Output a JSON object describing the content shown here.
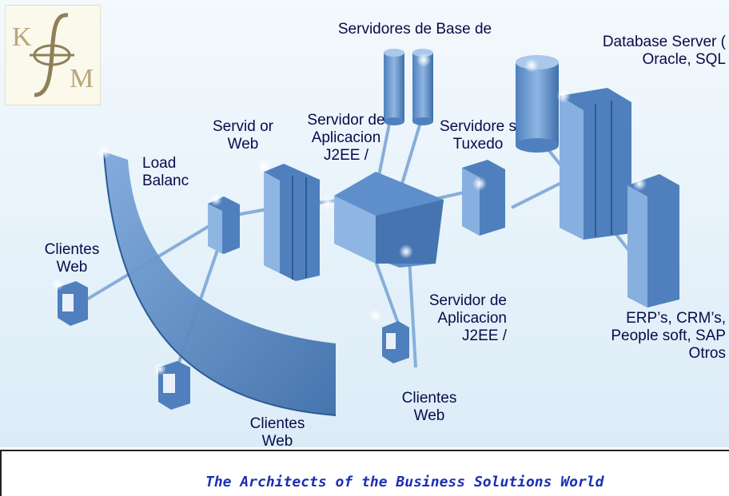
{
  "logo": {
    "letters": [
      "K",
      "M"
    ],
    "symbol": "integral-f-icon"
  },
  "labels": {
    "db_servers_es": "Servidores de Base de",
    "db_servers_en": "Database Server ( Oracle, SQL",
    "web_server": "Servid or Web",
    "app_server_top": "Servidor de Aplicacion J2EE /",
    "tuxedo": "Servidore s Tuxedo",
    "load_balancer": "Load Balanc",
    "web_clients_left": "Clientes Web",
    "app_server_bottom": "Servidor de Aplicacion J2EE /",
    "erp": "ERP’s, CRM’s, People soft, SAP Otros",
    "web_clients_center": "Clientes Web",
    "web_clients_bottom": "Clientes Web"
  },
  "colors": {
    "device": "#6b9bd2",
    "device_dark": "#3f6fa8",
    "device_light": "#a9c8ea",
    "line": "#7ea7d6",
    "accent_text": "#1b2fb4"
  },
  "footer": {
    "tagline": "The Architects of the  Business Solutions World"
  }
}
